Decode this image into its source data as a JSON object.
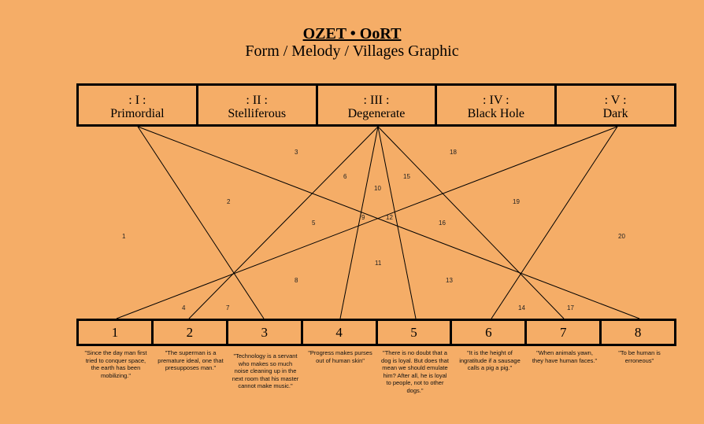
{
  "title": "OZET • OoRT",
  "subtitle": "Form / Melody / Villages Graphic",
  "forms": [
    {
      "numeral": ": I :",
      "name": "Primordial"
    },
    {
      "numeral": ": II :",
      "name": "Stelliferous"
    },
    {
      "numeral": ": III :",
      "name": "Degenerate"
    },
    {
      "numeral": ": IV :",
      "name": "Black Hole"
    },
    {
      "numeral": ": V :",
      "name": "Dark"
    }
  ],
  "villages": [
    "1",
    "2",
    "3",
    "4",
    "5",
    "6",
    "7",
    "8"
  ],
  "regions": [
    "1",
    "2",
    "3",
    "4",
    "5",
    "6",
    "7",
    "8",
    "9",
    "10",
    "11",
    "12",
    "13",
    "14",
    "15",
    "16",
    "17",
    "18",
    "19",
    "20"
  ],
  "quotes": [
    "\"Since the day man first tried to conquer space, the earth has been mobilizing.\"",
    "\"The superman is a premature ideal, one that presupposes man.\"",
    "\"Technology is a servant who makes so much noise cleaning up in the next room that his master cannot make music.\"",
    "\"Progress makes purses out of human skin\"",
    "\"There is no doubt that a dog is loyal. But does that mean we should emulate him? After all, he is loyal to people, not to other dogs.\"",
    "\"It is the height of ingratitude if a sausage calls a pig a pig.\"",
    "\"When animals yawn, they have human faces.\"",
    "\"To be human is erroneous\""
  ],
  "colors": {
    "background": "#F5AD67",
    "ink": "#000000"
  }
}
